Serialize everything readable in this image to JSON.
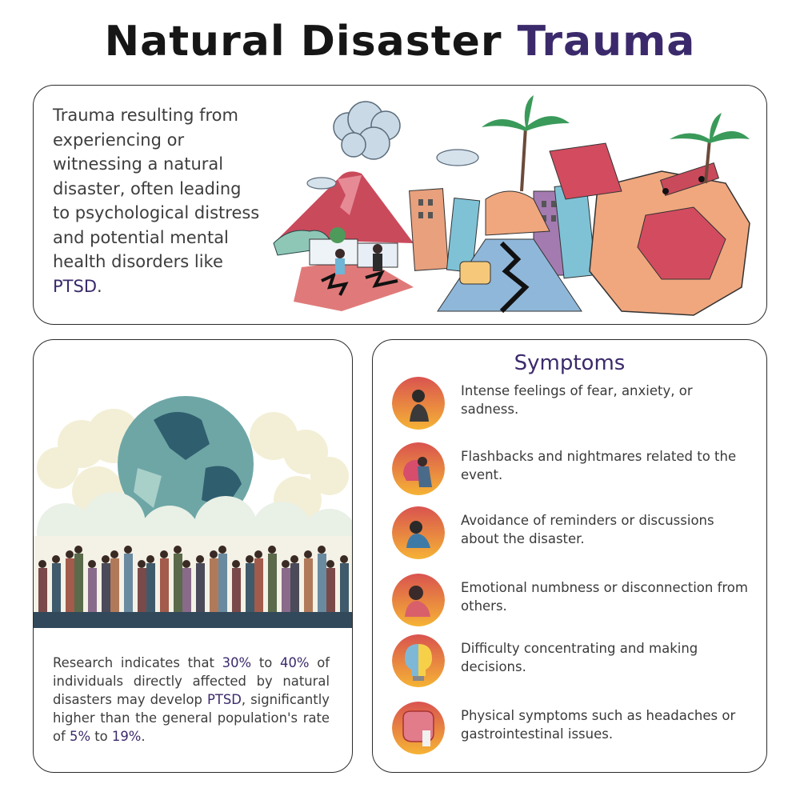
{
  "title": {
    "main": "Natural Disaster",
    "accent": "Trauma"
  },
  "definition": {
    "text": "Trauma resulting from experiencing or witnessing a natural disaster, often leading to psychological distress and potential mental health disorders like",
    "highlight": "PTSD",
    "end": "."
  },
  "research": {
    "p1": "Research indicates that ",
    "v1": "30%",
    "p2": " to ",
    "v2": "40%",
    "p3": " of individuals directly affected by natural disasters may develop ",
    "v3": "PTSD",
    "p4": ", significantly higher than the general population's rate of ",
    "v4": "5%",
    "p5": " to ",
    "v5": "19%",
    "p6": "."
  },
  "symptoms": {
    "title": "Symptoms",
    "items": [
      {
        "text": "Intense feelings of fear, anxiety, or sadness."
      },
      {
        "text": "Flashbacks and nightmares related to the event."
      },
      {
        "text": "Avoidance of reminders or discussions about the disaster."
      },
      {
        "text": "Emotional numbness or disconnection from others."
      },
      {
        "text": "Difficulty concentrating and making decisions."
      },
      {
        "text": "Physical symptoms such as headaches or gastrointestinal issues."
      }
    ]
  },
  "colors": {
    "accent": "#3b2a6b",
    "icon_gradient_top": "#d9534f",
    "icon_gradient_bottom": "#f5b335"
  }
}
